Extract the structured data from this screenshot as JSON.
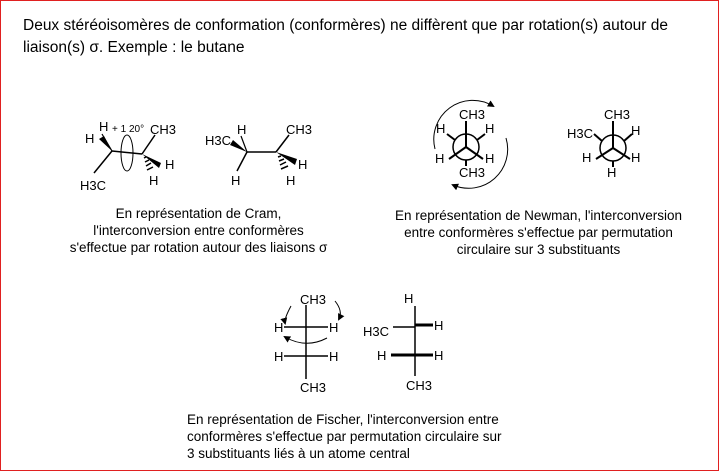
{
  "intro": {
    "line1": "Deux stéréoisomères de conformation (conformères) ne diffèrent que par rotation(s) autour de",
    "line2": "liaison(s) σ. Exemple : le butane"
  },
  "labels": {
    "H": "H",
    "CH3": "CH3",
    "H3C": "H3C",
    "rotation": "+ 1 20°"
  },
  "cram_caption": {
    "line1": "En représentation de Cram,",
    "line2": "l'interconversion entre conformères",
    "line3": "s'effectue par rotation autour des liaisons σ"
  },
  "newman_caption": {
    "line1": "En représentation de Newman, l'interconversion",
    "line2": "entre conformères s'effectue par permutation",
    "line3": "circulaire sur 3 substituants"
  },
  "fischer_caption": {
    "line1": "En représentation de Fischer, l'interconversion entre",
    "line2": "conformères s'effectue par permutation circulaire sur",
    "line3": "3 substituants liés à un atome central"
  }
}
